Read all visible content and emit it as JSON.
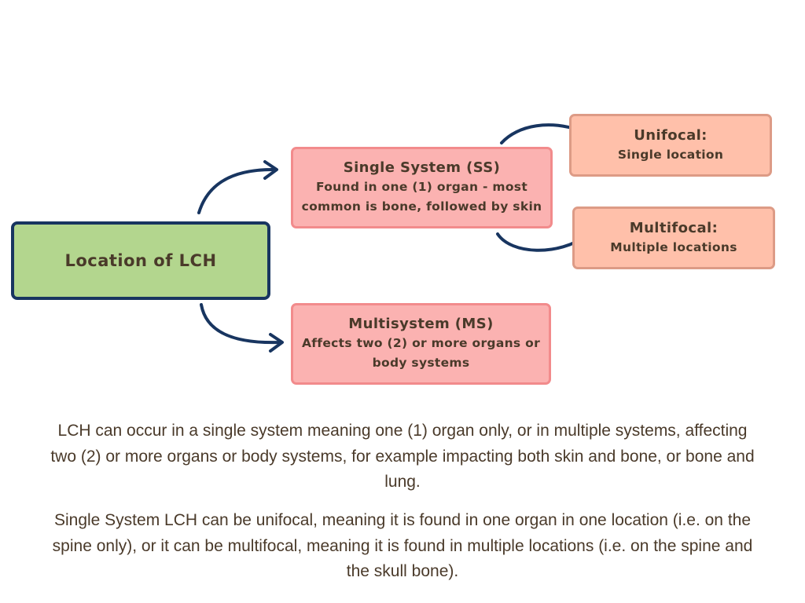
{
  "diagram": {
    "root": {
      "label": "Location of LCH"
    },
    "single_system": {
      "title": "Single System (SS)",
      "description": "Found in one (1) organ - most common is bone, followed by skin"
    },
    "multisystem": {
      "title": "Multisystem (MS)",
      "description": "Affects two (2) or more organs or body systems"
    },
    "unifocal": {
      "title": "Unifocal:",
      "description": "Single location"
    },
    "multifocal": {
      "title": "Multifocal:",
      "description": "Multiple locations"
    }
  },
  "paragraphs": {
    "p1": "LCH can occur in a single system meaning one (1) organ only, or in multiple systems, affecting two (2) or more organs or body systems, for example impacting both skin and bone, or bone and lung.",
    "p2": "Single System LCH can be unifocal, meaning it is found in one organ in one location (i.e. on the spine only), or it can be multifocal, meaning it is found in multiple locations (i.e. on the spine and the skull bone)."
  },
  "colors": {
    "root_fill": "#b3d68e",
    "root_border": "#183560",
    "arrow": "#183560",
    "ss_ms_fill": "#fbb2b1",
    "focal_fill": "#ffc0aa",
    "text": "#4a3a2a"
  }
}
